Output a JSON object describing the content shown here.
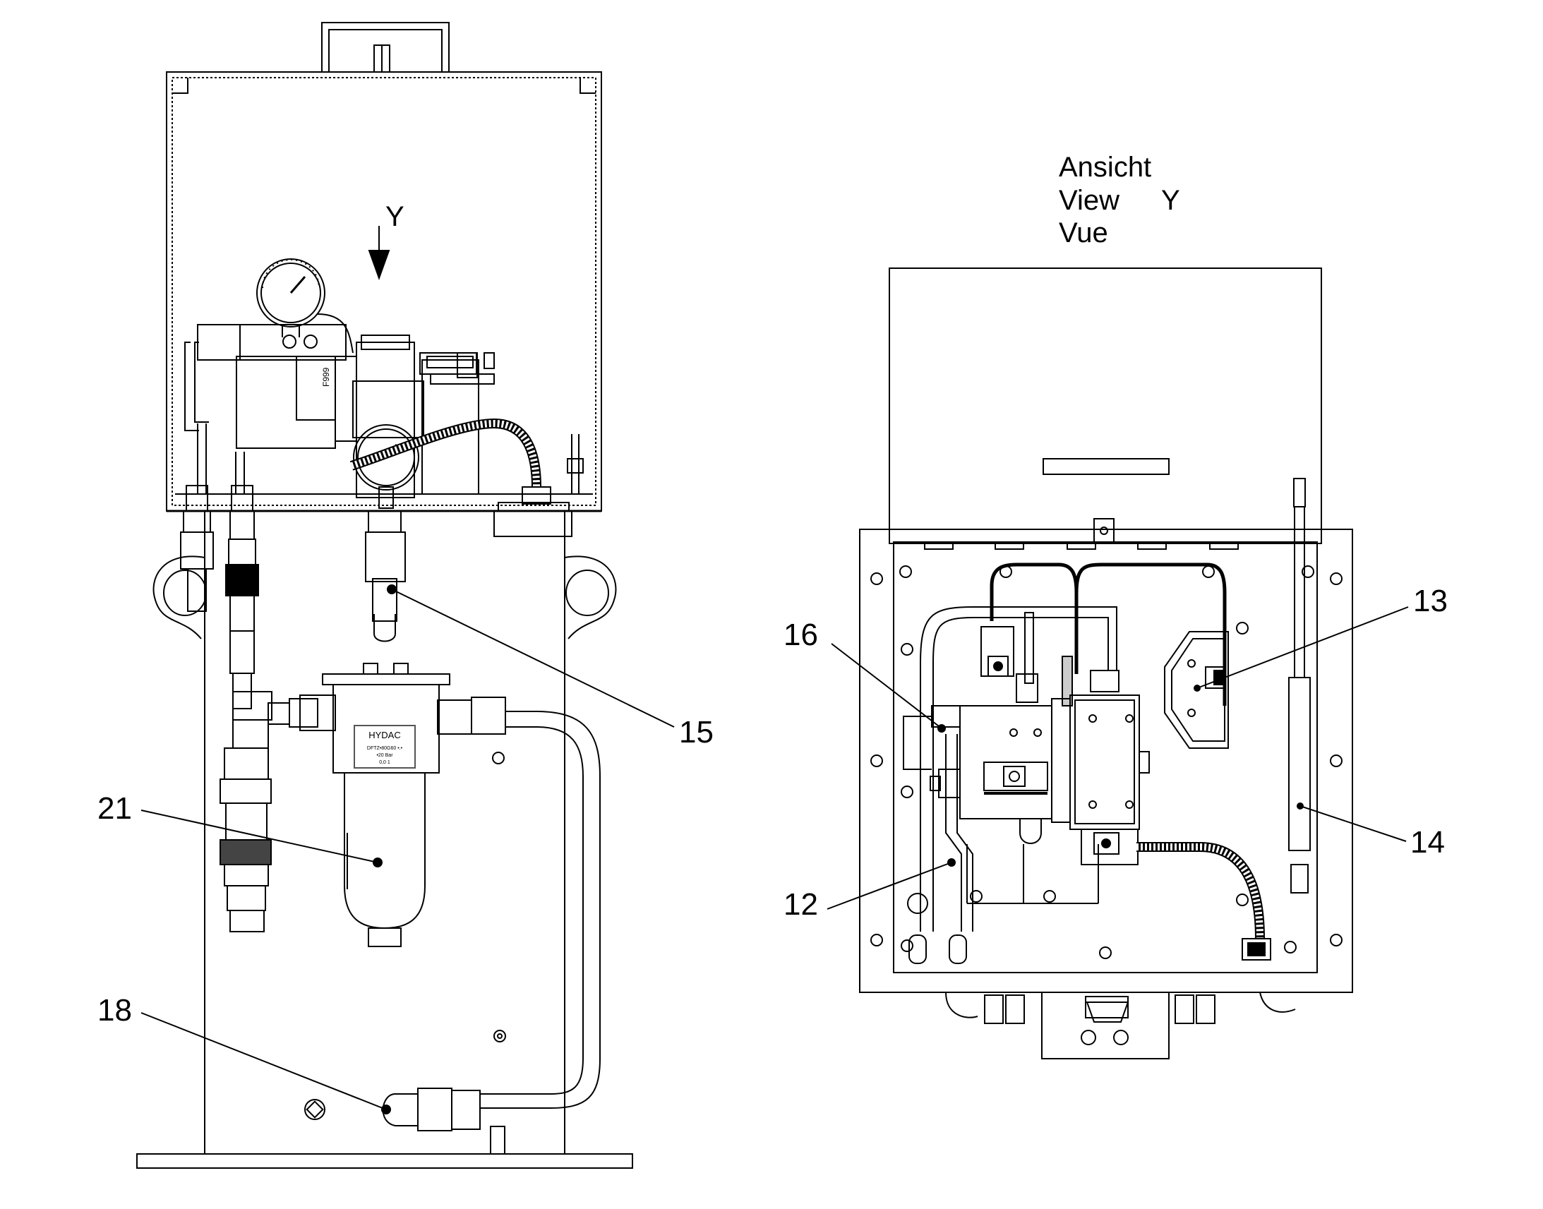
{
  "view_caption": {
    "line1": "Ansicht",
    "line2": "View",
    "line3": "Vue",
    "view_letter": "Y"
  },
  "arrow_letter": "Y",
  "hydac_plate": {
    "brand": "HYDAC",
    "line1": "DFTZ•80G60 •.•",
    "line2": "•20 Bar",
    "line3": "0,0 1"
  },
  "gauge_mark": "F999",
  "callouts": {
    "c12": "12",
    "c13": "13",
    "c14": "14",
    "c15": "15",
    "c16": "16",
    "c18": "18",
    "c21": "21"
  }
}
